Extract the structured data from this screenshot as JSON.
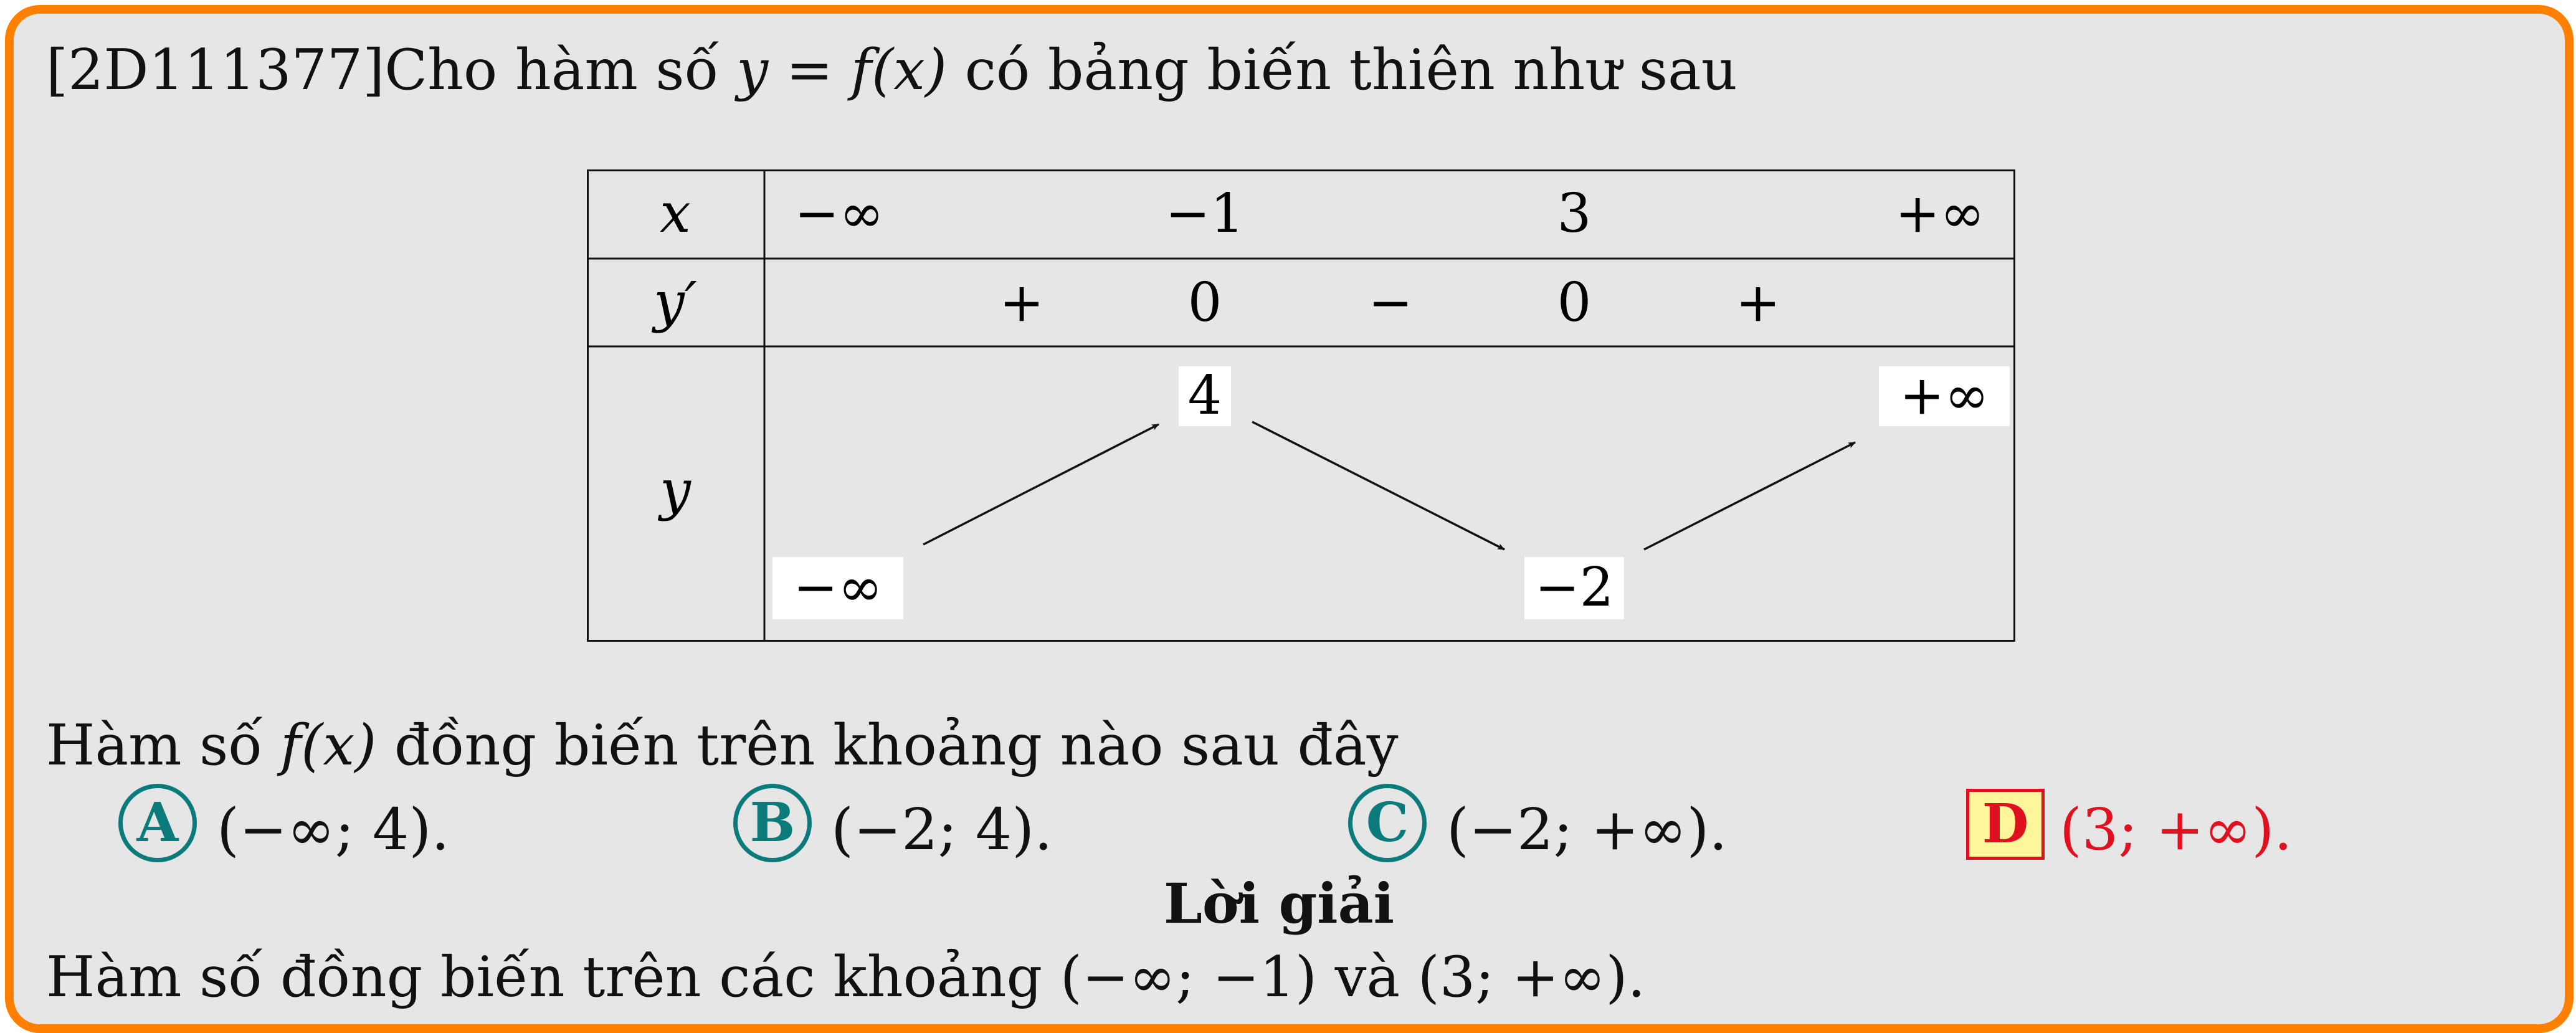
{
  "question": {
    "code": "[2D111377]",
    "text_before": "Cho hàm số ",
    "expr": "y = f(x)",
    "text_after": " có bảng biến thiên như sau"
  },
  "variation_table": {
    "row_x_label": "x",
    "row_yprime_label": "y′",
    "row_y_label": "y",
    "x_values": [
      "−∞",
      "−1",
      "3",
      "+∞"
    ],
    "yprime_signs": [
      "+",
      "0",
      "−",
      "0",
      "+"
    ],
    "y_values": [
      "−∞",
      "4",
      "−2",
      "+∞"
    ]
  },
  "prompt": {
    "before": "Hàm số ",
    "expr": "f(x)",
    "after": " đồng biến trên khoảng nào sau đây"
  },
  "options": [
    {
      "label": "A",
      "text": "(−∞; 4)."
    },
    {
      "label": "B",
      "text": "(−2; 4)."
    },
    {
      "label": "C",
      "text": "(−2; +∞)."
    },
    {
      "label": "D",
      "text": "(3; +∞)."
    }
  ],
  "correct_option": "D",
  "solution": {
    "title": "Lời giải",
    "text": "Hàm số đồng biến trên các khoảng (−∞; −1) và (3; +∞)."
  },
  "colors": {
    "border": "#ff8000",
    "background": "#e6e6e6",
    "option_circle": "#0a7a7a",
    "correct": "#e0101e",
    "correct_fill": "#fff59a"
  }
}
